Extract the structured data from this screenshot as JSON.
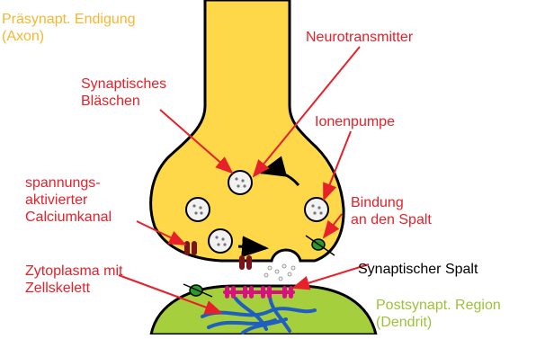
{
  "colors": {
    "axon_fill": "#ffd84a",
    "axon_stroke": "#000000",
    "dendrite_fill": "#a6cf3e",
    "label_red": "#e8202a",
    "label_orange": "#f5b731",
    "label_green": "#9cc23a",
    "channel": "#7a1418",
    "receptor": "#d8117f",
    "pump": "#2a9a2a",
    "cytoskeleton": "#1e5fbf",
    "vesicle": "#f2f2f2"
  },
  "labels": {
    "presynaptic_line1": "Präsynapt. Endigung",
    "presynaptic_line2": "(Axon)",
    "neurotransmitter": "Neurotransmitter",
    "vesicle_line1": "Synaptisches",
    "vesicle_line2": "Bläschen",
    "ion_pump": "Ionenpumpe",
    "calcium_line1": "spannungs-",
    "calcium_line2": "aktivierter",
    "calcium_line3": "Calciumkanal",
    "binding_line1": "Bindung",
    "binding_line2": "an den Spalt",
    "cleft": "Synaptischer Spalt",
    "cytoplasm_line1": "Zytoplasma mit",
    "cytoplasm_line2": "Zellskelett",
    "postsynaptic_line1": "Postsynapt. Region",
    "postsynaptic_line2": "(Dendrit)"
  },
  "icons": [
    "vesicle-icon",
    "calcium-channel-icon",
    "receptor-icon",
    "ion-pump-icon",
    "arrow-icon"
  ]
}
